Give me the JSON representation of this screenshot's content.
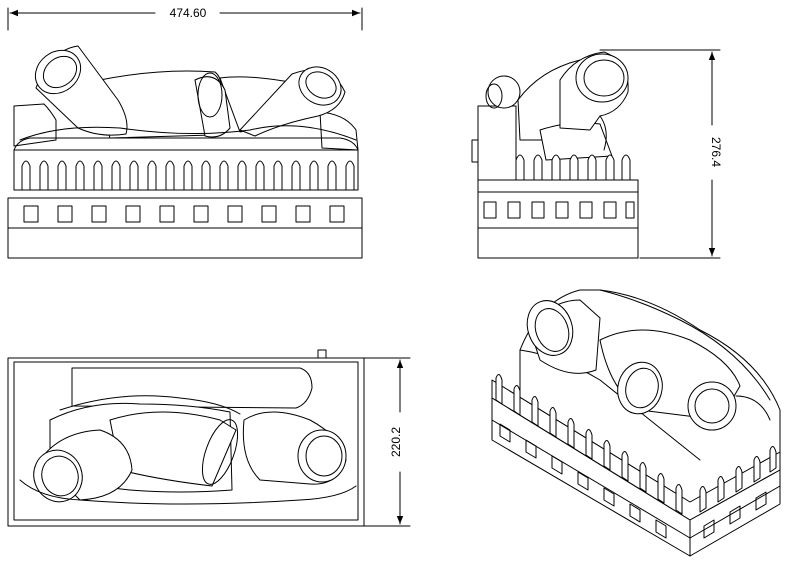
{
  "drawing": {
    "dimensions": {
      "width": "474.60",
      "height": "276.4",
      "depth": "220.2"
    }
  }
}
